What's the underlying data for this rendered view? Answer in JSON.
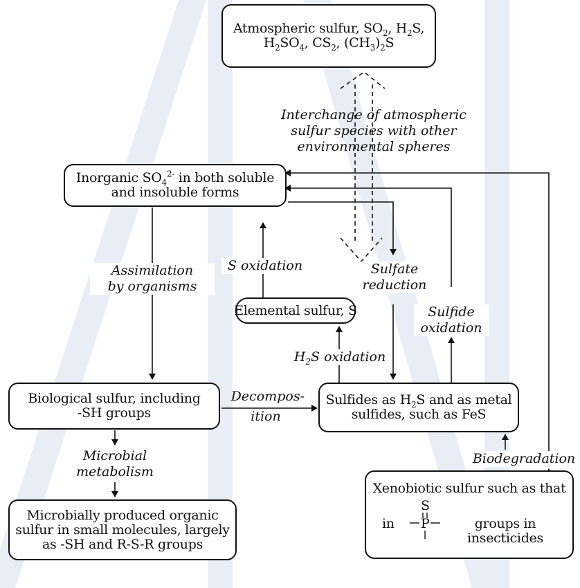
{
  "diagram": {
    "boxes": {
      "atmospheric": {
        "line1_parts": [
          "Atmospheric sulfur, SO",
          "2",
          ", H",
          "2",
          "S,"
        ],
        "line2_parts": [
          "H",
          "2",
          "SO",
          "4",
          ", CS",
          "2",
          ", (CH",
          "3",
          ")",
          "2",
          "S"
        ]
      },
      "inorganic": {
        "line1_parts": [
          "Inorganic SO",
          "4",
          "2-",
          " in both soluble"
        ],
        "line2": "and insoluble forms"
      },
      "elemental": {
        "label": "Elemental sulfur, S"
      },
      "biological": {
        "line1": "Biological sulfur, including",
        "line2": "-SH groups"
      },
      "sulfides": {
        "line1_parts": [
          "Sulfides as H",
          "2",
          "S and as metal"
        ],
        "line2": "sulfides, such as FeS"
      },
      "microbial_organic": {
        "line1": "Microbially produced organic",
        "line2": "sulfur in small molecules, largely",
        "line3": "as -SH and R-S-R groups"
      },
      "xenobiotic": {
        "line1": "Xenobiotic sulfur such as that",
        "in_text": "in",
        "groups_text": "groups in insecticides",
        "s_atom": "S",
        "p_atom": "P"
      }
    },
    "labels": {
      "interchange": {
        "line1": "Interchange of atmospheric",
        "line2": "sulfur species with other",
        "line3": "environmental spheres"
      },
      "assimilation": {
        "line1": "Assimilation",
        "line2": "by organisms"
      },
      "s_oxidation": "S oxidation",
      "sulfate_reduction": {
        "line1": "Sulfate",
        "line2": "reduction"
      },
      "sulfide_oxidation": {
        "line1": "Sulfide",
        "line2": "oxidation"
      },
      "h2s_oxidation_parts": [
        "H",
        "2",
        "S oxidation"
      ],
      "decomposition": {
        "line1": "Decompos-",
        "line2": "ition"
      },
      "microbial_metabolism": {
        "line1": "Microbial",
        "line2": "metabolism"
      },
      "biodegradation": "Biodegradation"
    }
  }
}
